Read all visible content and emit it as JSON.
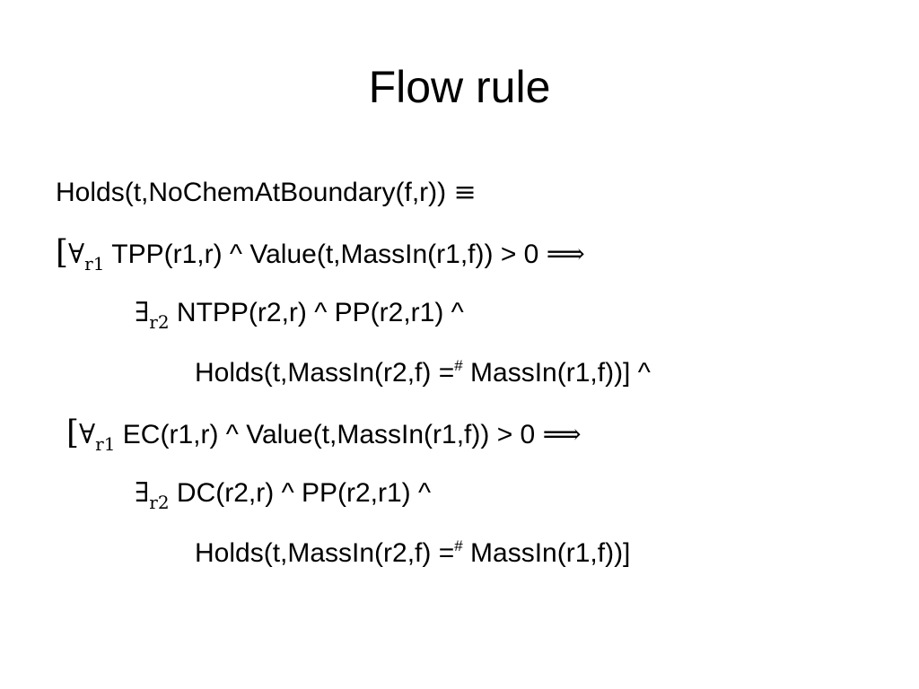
{
  "slide": {
    "title": "Flow rule",
    "lines": [
      {
        "text": "Holds(t,NoChemAtBoundary(f,r))",
        "equiv": "≡"
      },
      {
        "open_bracket": "[",
        "quantifier": "∀",
        "var": "r1",
        "text": "TPP(r1,r) ^ Value(t,MassIn(r1,f)) > 0",
        "implies": "⟹"
      },
      {
        "quantifier": "∃",
        "var": "r2",
        "text": "NTPP(r2,r) ^ PP(r2,r1) ^"
      },
      {
        "text_before": "Holds(t,MassIn(r2,f) =",
        "mark": "#",
        "text_after": "MassIn(r1,f))] ^"
      },
      {
        "open_bracket": "[",
        "quantifier": "∀",
        "var": "r1",
        "text": "EC(r1,r) ^ Value(t,MassIn(r1,f)) > 0",
        "implies": "⟹"
      },
      {
        "quantifier": "∃",
        "var": "r2",
        "text": "DC(r2,r) ^ PP(r2,r1) ^"
      },
      {
        "text_before": "Holds(t,MassIn(r2,f) =",
        "mark": "#",
        "text_after": "MassIn(r1,f))]"
      }
    ]
  }
}
